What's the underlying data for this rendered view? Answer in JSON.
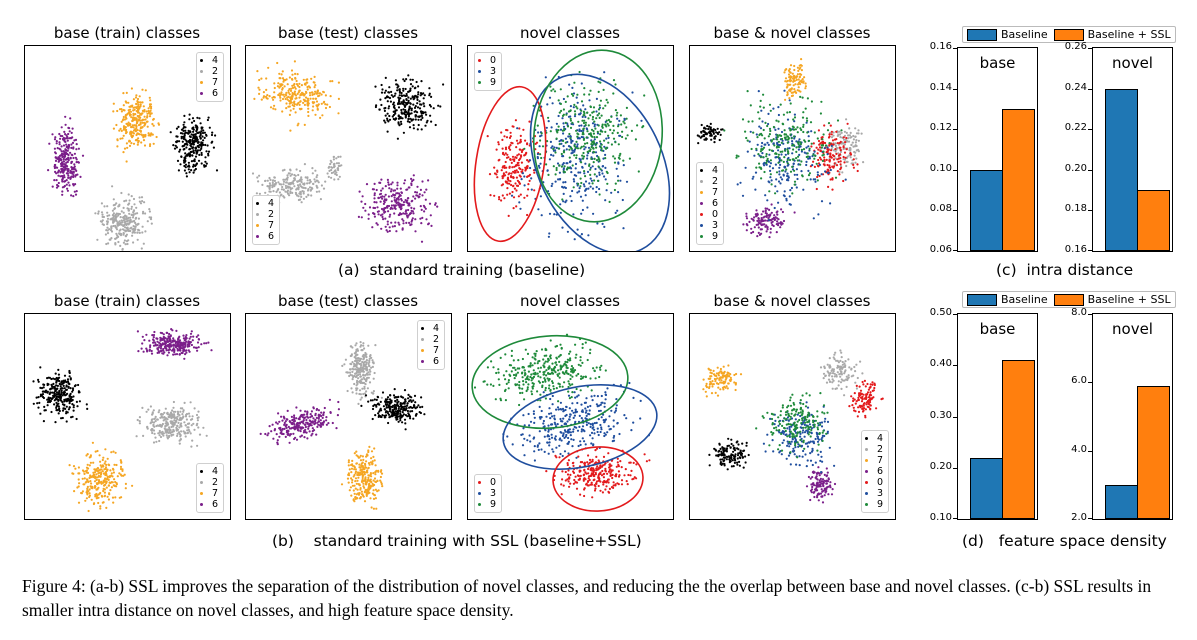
{
  "rows": [
    {
      "caption_label": "(a)",
      "caption_text": "standard training (baseline)",
      "panels": [
        {
          "title": "base (train) classes",
          "legend": [
            "4",
            "2",
            "7",
            "6"
          ]
        },
        {
          "title": "base (test) classes",
          "legend": [
            "4",
            "2",
            "7",
            "6"
          ]
        },
        {
          "title": "novel classes",
          "legend": [
            "0",
            "3",
            "9"
          ]
        },
        {
          "title": "base & novel classes",
          "legend": [
            "4",
            "2",
            "7",
            "6",
            "0",
            "3",
            "9"
          ]
        }
      ]
    },
    {
      "caption_label": "(b)",
      "caption_text": "standard training with SSL (baseline+SSL)",
      "panels": [
        {
          "title": "base (train) classes",
          "legend": [
            "4",
            "2",
            "7",
            "6"
          ]
        },
        {
          "title": "base (test) classes",
          "legend": [
            "4",
            "2",
            "7",
            "6"
          ]
        },
        {
          "title": "novel classes",
          "legend": [
            "0",
            "3",
            "9"
          ]
        },
        {
          "title": "base & novel classes",
          "legend": [
            "4",
            "2",
            "7",
            "6",
            "0",
            "3",
            "9"
          ]
        }
      ]
    }
  ],
  "colors": {
    "4": "#000000",
    "2": "#a9a9a9",
    "7": "#f5a623",
    "6": "#7b1f8a",
    "0": "#e31a1c",
    "3": "#1f4e9e",
    "9": "#1e8a3a",
    "baseline": "#1f77b4",
    "ssl": "#ff7f0e"
  },
  "bar_legend": {
    "baseline": "Baseline",
    "ssl": "Baseline + SSL"
  },
  "chart_data": [
    {
      "type": "bar",
      "panel": "c",
      "title": "base",
      "series": [
        {
          "name": "Baseline",
          "values": [
            0.1
          ]
        },
        {
          "name": "Baseline + SSL",
          "values": [
            0.13
          ]
        }
      ],
      "ylim": [
        0.06,
        0.16
      ],
      "yticks": [
        "0.16",
        "0.14",
        "0.12",
        "0.10",
        "0.08",
        "0.06"
      ]
    },
    {
      "type": "bar",
      "panel": "c",
      "title": "novel",
      "series": [
        {
          "name": "Baseline",
          "values": [
            0.24
          ]
        },
        {
          "name": "Baseline + SSL",
          "values": [
            0.19
          ]
        }
      ],
      "ylim": [
        0.16,
        0.26
      ],
      "yticks": [
        "0.26",
        "0.24",
        "0.22",
        "0.20",
        "0.18",
        "0.16"
      ]
    },
    {
      "type": "bar",
      "panel": "d",
      "title": "base",
      "series": [
        {
          "name": "Baseline",
          "values": [
            0.22
          ]
        },
        {
          "name": "Baseline + SSL",
          "values": [
            0.41
          ]
        }
      ],
      "ylim": [
        0.1,
        0.5
      ],
      "yticks": [
        "0.50",
        "0.40",
        "0.30",
        "0.20",
        "0.10"
      ]
    },
    {
      "type": "bar",
      "panel": "d",
      "title": "novel",
      "series": [
        {
          "name": "Baseline",
          "values": [
            3.0
          ]
        },
        {
          "name": "Baseline + SSL",
          "values": [
            5.9
          ]
        }
      ],
      "ylim": [
        2.0,
        8.0
      ],
      "yticks": [
        "8.0",
        "6.0",
        "4.0",
        "2.0"
      ]
    }
  ],
  "captions": {
    "c": {
      "label": "(c)",
      "text": "intra distance"
    },
    "d": {
      "label": "(d)",
      "text": "feature space density"
    }
  },
  "figure_caption": "Figure 4: (a-b) SSL improves the separation of the distribution of novel classes, and reducing the the overlap between base and novel classes. (c-b) SSL results in smaller intra distance on novel classes, and high feature space density."
}
